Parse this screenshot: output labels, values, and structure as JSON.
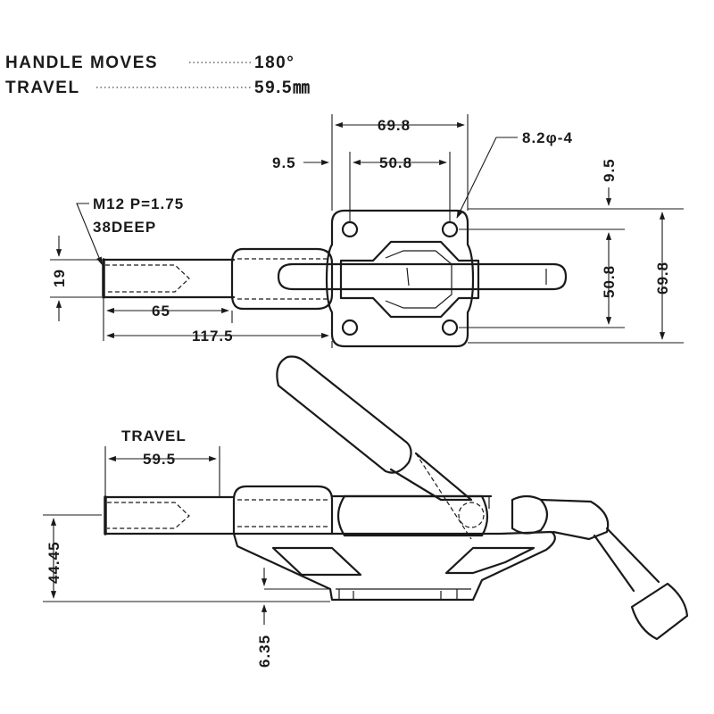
{
  "specs": {
    "handle_moves_label": "HANDLE MOVES",
    "handle_moves_value": "180°",
    "travel_label": "TRAVEL",
    "travel_value": "59.5㎜"
  },
  "top_view": {
    "thread_label": "M12 P=1.75",
    "deep_label": "38DEEP",
    "hole_label": "8.2φ-4",
    "dims": {
      "width_overall": "69.8",
      "offset_left": "9.5",
      "hole_spacing_h": "50.8",
      "offset_top": "9.5",
      "height_overall": "69.8",
      "hole_spacing_v": "50.8",
      "rod_diameter": "19",
      "rod_length": "65",
      "length_to_base": "117.5"
    }
  },
  "side_view": {
    "travel_label": "TRAVEL",
    "travel_value": "59.5",
    "height": "44.45",
    "base_thickness": "6.35"
  }
}
